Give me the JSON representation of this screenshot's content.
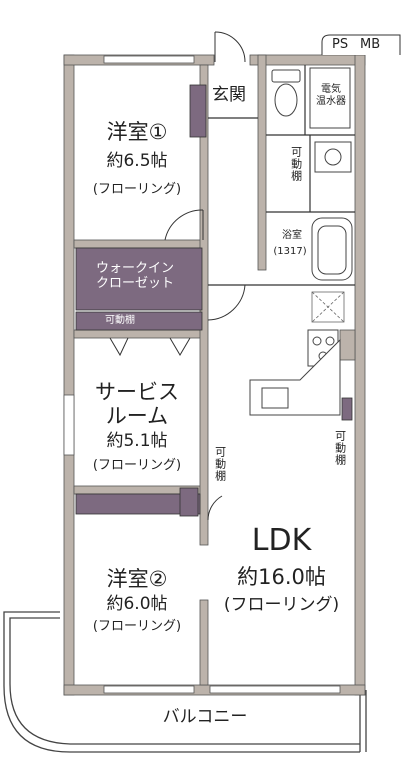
{
  "tags": {
    "ps": "PS",
    "mb": "MB"
  },
  "entrance": "玄関",
  "water_heater": "電気\n温水器",
  "shelf_vertical": "可動棚",
  "shelf_horizontal": "可動棚",
  "bath": {
    "name": "浴室",
    "size": "(1317)"
  },
  "walk_in_closet": "ウォークイン\nクローゼット",
  "rooms": {
    "western1": {
      "name": "洋室①",
      "area": "約6.5帖",
      "floor": "(フローリング)"
    },
    "service": {
      "name": "サービス\nルーム",
      "area": "約5.1帖",
      "floor": "(フローリング)"
    },
    "western2": {
      "name": "洋室②",
      "area": "約6.0帖",
      "floor": "(フローリング)"
    },
    "ldk": {
      "name": "LDK",
      "area": "約16.0帖",
      "floor": "(フローリング)"
    }
  },
  "balcony": "バルコニー",
  "colors": {
    "wall": "#bcb3ab",
    "storage": "#7d6a80",
    "line": "#333333"
  }
}
